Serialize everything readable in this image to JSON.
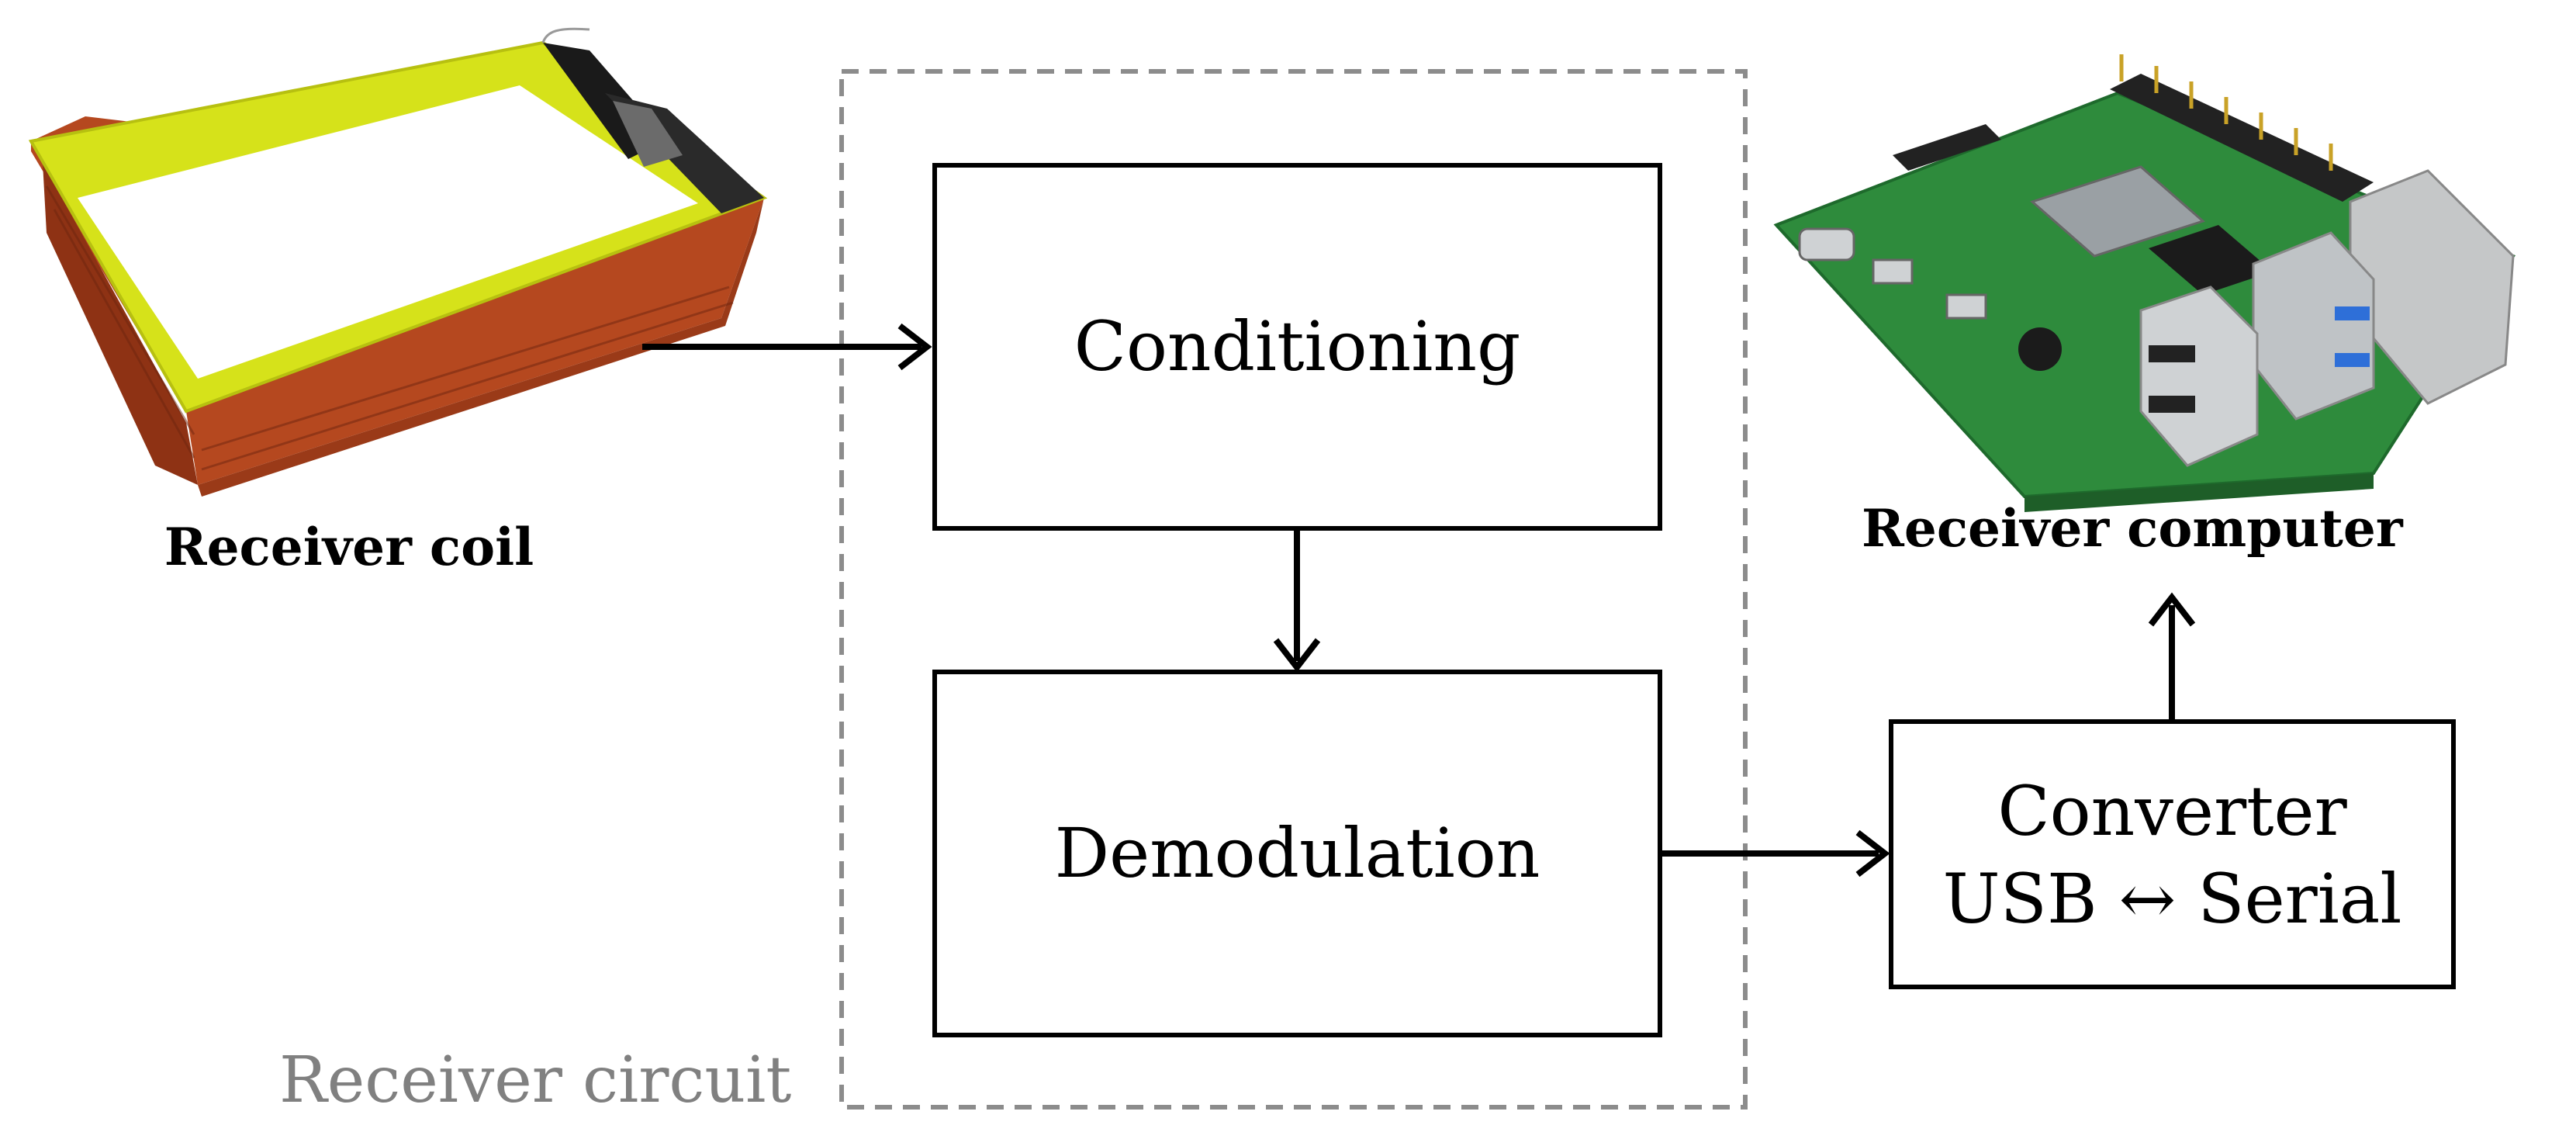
{
  "blocks": {
    "conditioning": "Conditioning",
    "demodulation": "Demodulation",
    "converter_line1": "Converter",
    "converter_line2": "USB ↔ Serial"
  },
  "captions": {
    "receiver_coil": "Receiver coil",
    "receiver_computer": "Receiver computer",
    "receiver_circuit": "Receiver circuit"
  },
  "colors": {
    "stroke": "#000000",
    "dashed_group": "#8c8c8c",
    "coil_frame": "#d6e21a",
    "coil_winding": "#b5481f",
    "board": "#2e8b3c"
  }
}
